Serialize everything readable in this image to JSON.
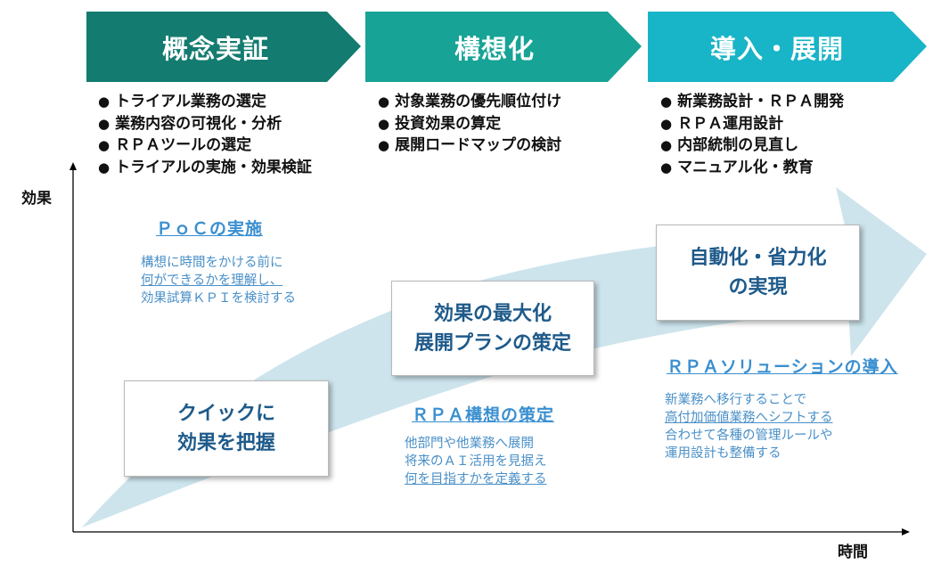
{
  "colors": {
    "phase1": "#137b6f",
    "phase2": "#17a396",
    "phase3": "#18b4c7",
    "arrow": "#cde4ec",
    "box_text": "#1e5a8a",
    "link": "#3a8fd0"
  },
  "axes": {
    "y_label": "効果",
    "x_label": "時間"
  },
  "phases": [
    {
      "title": "概念実証",
      "items": [
        "トライアル業務の選定",
        "業務内容の可視化・分析",
        "ＲＰＡツールの選定",
        "トライアルの実施・効果検証"
      ]
    },
    {
      "title": "構想化",
      "items": [
        "対象業務の優先順位付け",
        "投資効果の算定",
        "展開ロードマップの検討"
      ]
    },
    {
      "title": "導入・展開",
      "items": [
        "新業務設計・ＲＰＡ開発",
        "ＲＰＡ運用設計",
        "内部統制の見直し",
        "マニュアル化・教育"
      ]
    }
  ],
  "stages": [
    {
      "box": [
        "クイックに",
        "効果を把握"
      ],
      "heading": "ＰｏＣの実施",
      "desc": [
        "構想に時間をかける前に",
        "何ができるかを理解し、",
        "効果試算ＫＰＩを検討する"
      ]
    },
    {
      "box": [
        "効果の最大化",
        "展開プランの策定"
      ],
      "heading": "ＲＰＡ構想の策定",
      "desc": [
        "他部門や他業務へ展開",
        "将来のＡＩ活用を見据え",
        "何を目指すかを定義する"
      ]
    },
    {
      "box": [
        "自動化・省力化",
        "の実現"
      ],
      "heading": "ＲＰＡソリューションの導入",
      "desc": [
        "新業務へ移行することで",
        "高付加価値業務へシフトする",
        "合わせて各種の管理ルールや",
        "運用設計も整備する"
      ]
    }
  ]
}
